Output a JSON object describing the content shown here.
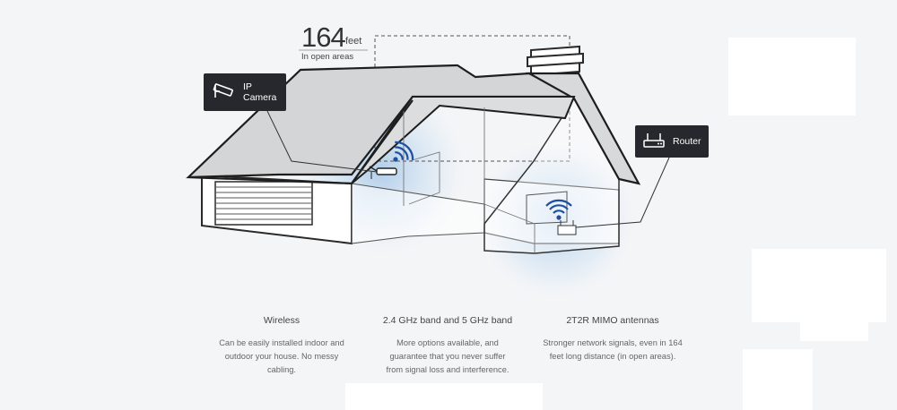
{
  "distance": {
    "value": "164",
    "unit": "feet",
    "note": "In open areas"
  },
  "labels": {
    "camera": "IP Camera",
    "router": "Router"
  },
  "icons": {
    "camera": "ip-camera-icon",
    "router": "router-icon",
    "wifi": "wifi-signal-icon"
  },
  "colors": {
    "tag_bg": "#26282d",
    "signal": "#1f4fa0",
    "signal_halo": "#c9dbf0"
  },
  "features": [
    {
      "title": "Wireless",
      "desc_lines": [
        "Can be easily installed indoor and",
        "outdoor your house. No messy",
        "cabling."
      ]
    },
    {
      "title": "2.4 GHz band and 5 GHz band",
      "desc_lines": [
        "More options available, and",
        "guarantee that you never suffer",
        "from signal loss and interference."
      ]
    },
    {
      "title": "2T2R MIMO antennas",
      "desc_lines": [
        "Stronger network signals, even in 164",
        "feet long distance (in open areas)."
      ]
    }
  ]
}
